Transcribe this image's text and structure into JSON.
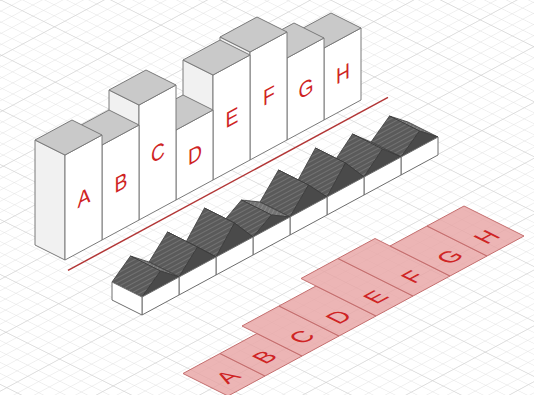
{
  "diagram": {
    "labels": [
      "A",
      "B",
      "C",
      "D",
      "E",
      "F",
      "G",
      "H",
      "A",
      "B",
      "C",
      "D",
      "E",
      "F",
      "G",
      "H"
    ]
  }
}
